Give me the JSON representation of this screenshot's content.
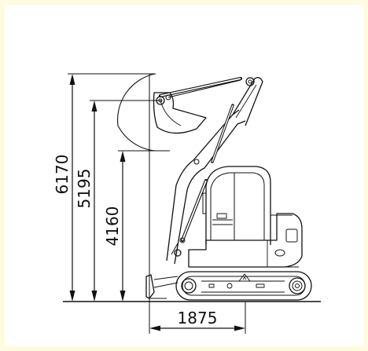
{
  "dimensions": {
    "max_dig_height": "6170",
    "max_dump_height": "5195",
    "dig_height_3": "4160",
    "tail_swing": "1875"
  },
  "colors": {
    "line": "#111111",
    "frame": "#fffbe0",
    "background": "#ffffff"
  }
}
